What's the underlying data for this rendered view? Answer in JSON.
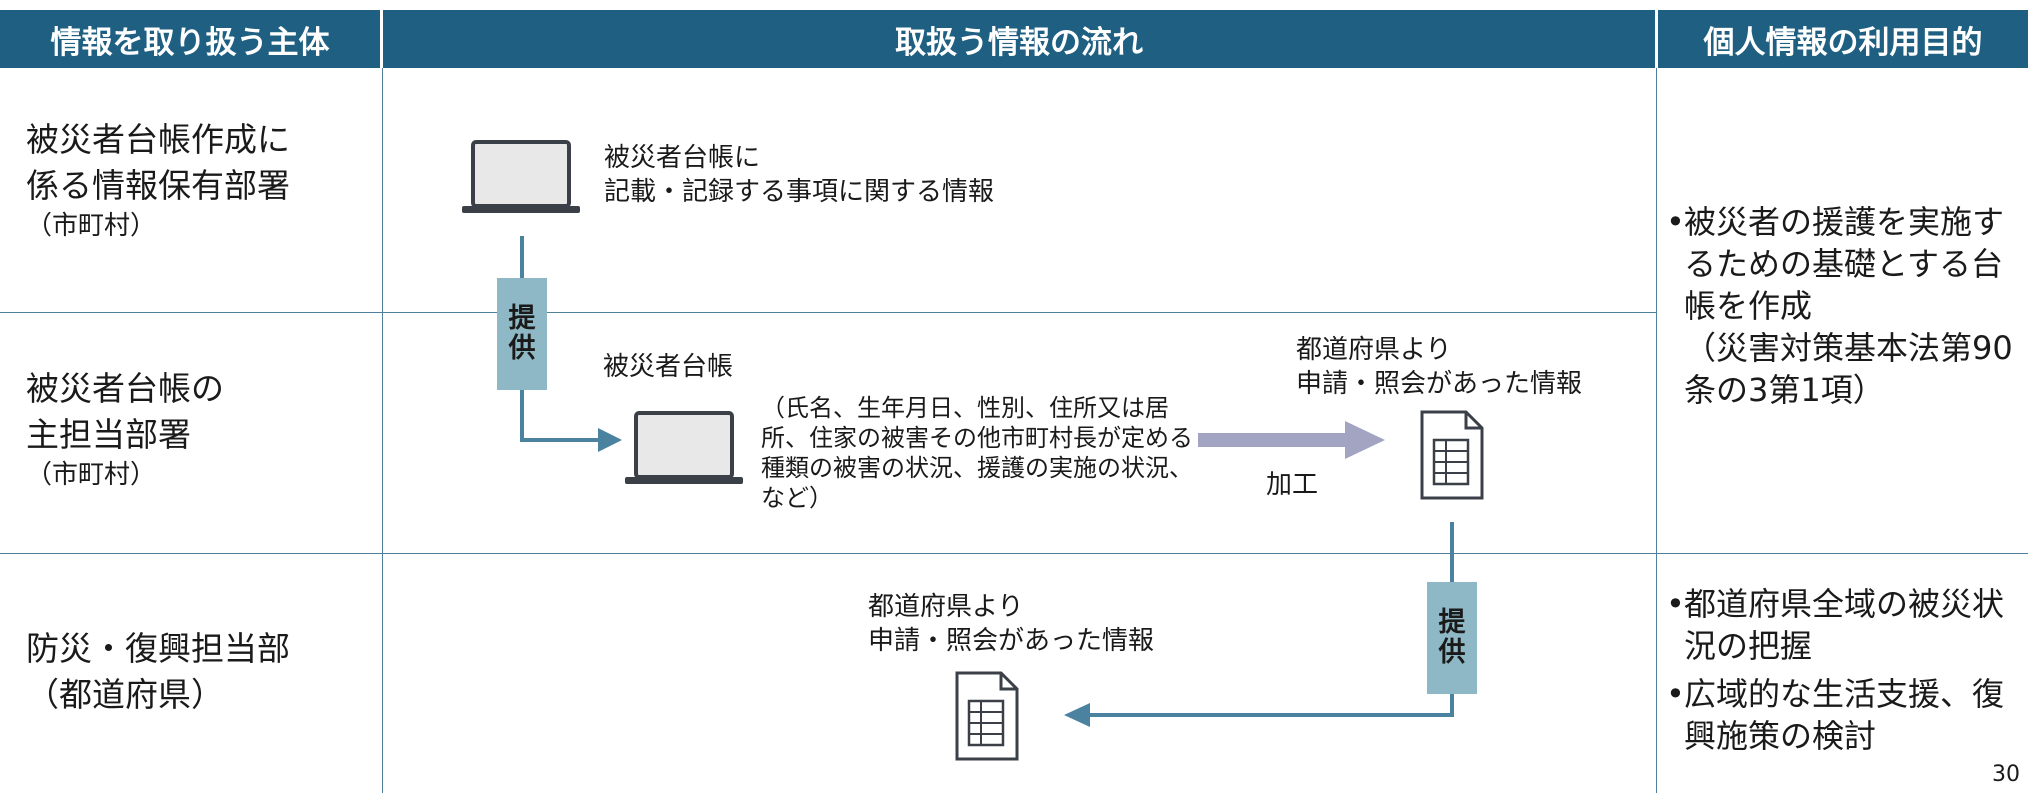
{
  "headers": {
    "actor": "情報を取り扱う主体",
    "flow": "取扱う情報の流れ",
    "purpose": "個人情報の利用目的"
  },
  "rows": [
    {
      "actor_line1": "被災者台帳作成に",
      "actor_line2": "係る情報保有部署",
      "actor_sub": "（市町村）"
    },
    {
      "actor_line1": "被災者台帳の",
      "actor_line2": "主担当部署",
      "actor_sub": "（市町村）"
    },
    {
      "actor_line1": "防災・復興担当部",
      "actor_line2": "（都道府県）"
    }
  ],
  "flow": {
    "top_info_line1": "被災者台帳に",
    "top_info_line2": "記載・記録する事項に関する情報",
    "provide_label_1": "提",
    "provide_label_2": "供",
    "ledger_label": "被災者台帳",
    "ledger_detail": "（氏名、生年月日、性別、住所又は居所、住家の被害その他市町村長が定める種類の被害の状況、援護の実施の状況、など）",
    "process_label": "加工",
    "pref_info_line1": "都道府県より",
    "pref_info_line2": "申請・照会があった情報",
    "bottom_info_line1": "都道府県より",
    "bottom_info_line2": "申請・照会があった情報"
  },
  "purposes": {
    "municipal": "被災者の援護を実施するための基礎とする台帳を作成",
    "municipal_law": "（災害対策基本法第90条の3第1項）",
    "prefecture_1": "都道府県全域の被災状況の把握",
    "prefecture_2": "広域的な生活支援、復興施策の検討"
  },
  "bullet": "•",
  "page_number": "30",
  "colors": {
    "header_bg": "#1f5f82",
    "provide_bg": "#8fb8c6",
    "arrow": "#4a82a0",
    "process_arrow": "#a3a3c2"
  }
}
